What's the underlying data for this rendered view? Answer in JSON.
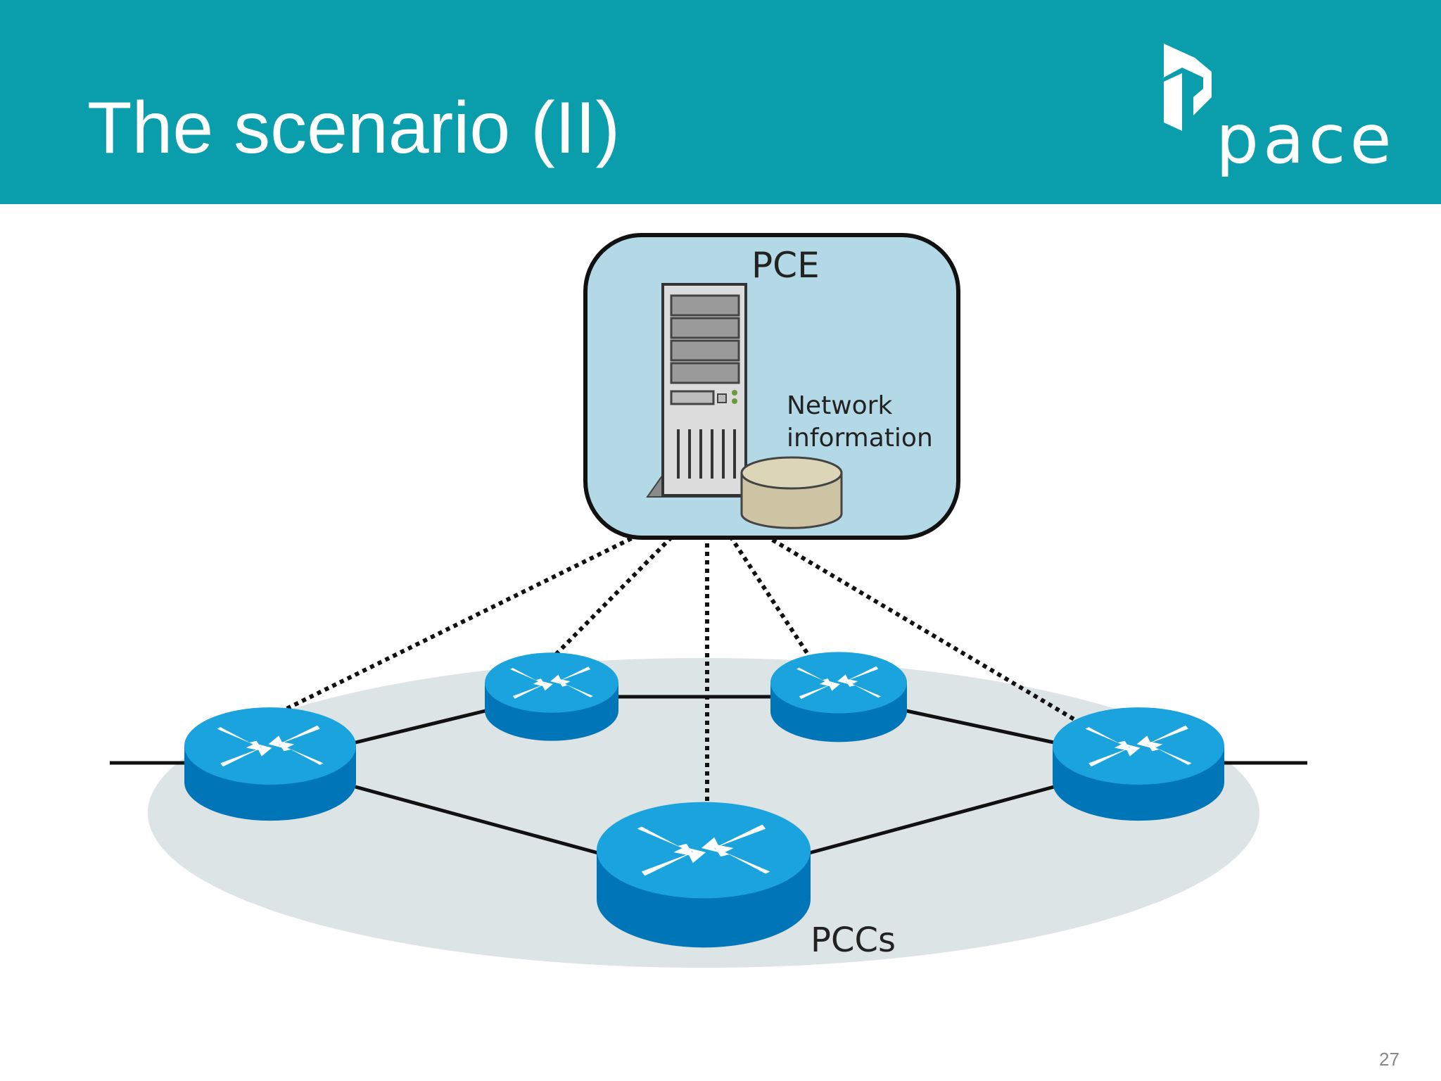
{
  "slide": {
    "title": "The scenario (II)",
    "number": "27"
  },
  "logo": {
    "text": "pace",
    "icon": "pace-logo-icon"
  },
  "diagram": {
    "pce_label": "PCE",
    "database_label_line1": "Network",
    "database_label_line2": "information",
    "pccs_label": "PCCs",
    "icons": [
      "server-icon",
      "database-icon",
      "router-icon"
    ]
  },
  "colors": {
    "header": "#0a9dab",
    "pce_box": "#b4d9e6",
    "network_ellipse": "#dde4e6",
    "router_top": "#1aa3dd",
    "router_side": "#0076b8",
    "database": "#cdc4a4"
  }
}
